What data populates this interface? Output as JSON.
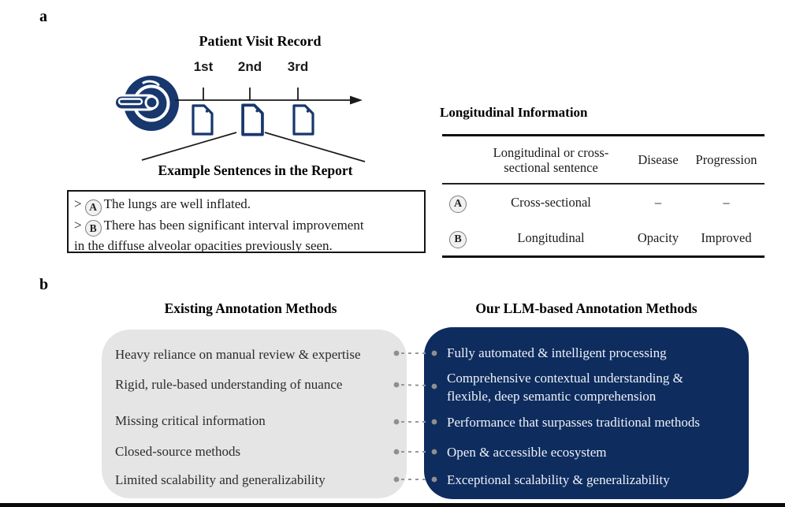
{
  "colors": {
    "navy_icon": "#17376d",
    "navy_box": "#0e2c5e",
    "gray_box": "#e5e5e6",
    "connector_gray": "#8f8f8f",
    "line_black": "#1a1a1a"
  },
  "panel_a": {
    "label": "a",
    "timeline": {
      "title": "Patient Visit Record",
      "visits": [
        "1st",
        "2nd",
        "3rd"
      ]
    },
    "report": {
      "title": "Example Sentences in the Report",
      "lines": [
        {
          "prefix": ">",
          "badge": "A",
          "text": "The lungs are well inflated."
        },
        {
          "prefix": ">",
          "badge": "B",
          "text": "There has been significant interval improvement"
        },
        {
          "text": "in the diffuse alveolar opacities previously seen."
        }
      ]
    },
    "table": {
      "title": "Longitudinal Information",
      "headers": {
        "sentence": "Longitudinal or cross-sectional sentence",
        "disease": "Disease",
        "progression": "Progression"
      },
      "rows": [
        {
          "badge": "A",
          "sentence": "Cross-sectional",
          "disease": "–",
          "progression": "–"
        },
        {
          "badge": "B",
          "sentence": "Longitudinal",
          "disease": "Opacity",
          "progression": "Improved"
        }
      ]
    }
  },
  "panel_b": {
    "label": "b",
    "left": {
      "title": "Existing Annotation Methods",
      "items": [
        "Heavy reliance on manual review & expertise",
        "Rigid, rule-based understanding of nuance",
        "Missing critical information",
        "Closed-source methods",
        "Limited scalability and generalizability"
      ]
    },
    "right": {
      "title": "Our LLM-based Annotation Methods",
      "items": [
        "Fully automated & intelligent processing",
        "Comprehensive contextual understanding & flexible, deep semantic comprehension",
        "Performance that surpasses  traditional methods",
        "Open & accessible ecosystem",
        "Exceptional scalability & generalizability"
      ]
    }
  }
}
